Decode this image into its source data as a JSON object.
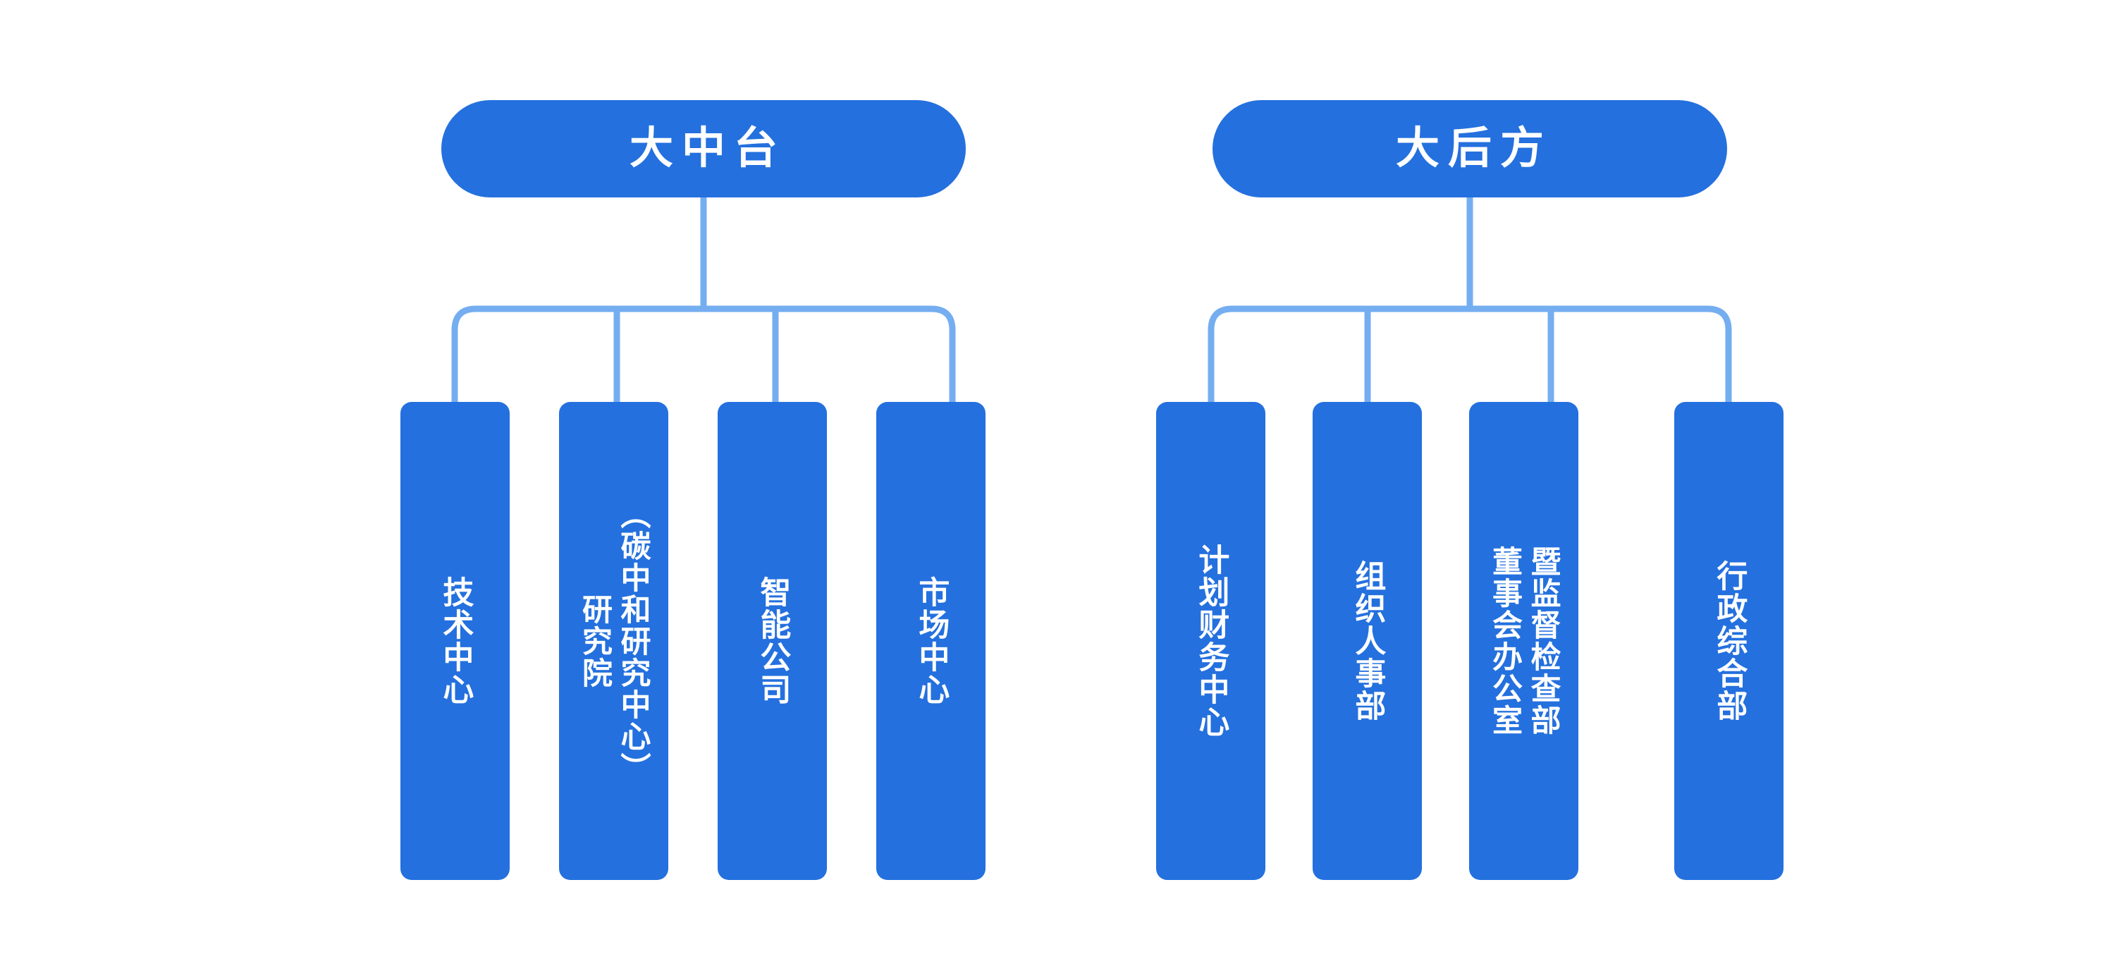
{
  "theme": {
    "background": "#ffffff",
    "node_fill": "#2470de",
    "node_text": "#ffffff",
    "connector": "#74aef0"
  },
  "groups": [
    {
      "id": "da-zhong-tai",
      "header": "大中台",
      "children": [
        {
          "id": "tech-center",
          "full_text": "技术中心",
          "columns": [
            "技术中心"
          ]
        },
        {
          "id": "research-academy",
          "full_text": "研究院（碳中和研究中心）",
          "columns": [
            "（碳中和研究中心）",
            "研究院"
          ]
        },
        {
          "id": "intelligent-co",
          "full_text": "智能公司",
          "columns": [
            "智能公司"
          ]
        },
        {
          "id": "market-center",
          "full_text": "市场中心",
          "columns": [
            "市场中心"
          ]
        }
      ]
    },
    {
      "id": "da-hou-fang",
      "header": "大后方",
      "children": [
        {
          "id": "plan-finance-center",
          "full_text": "计划财务中心",
          "columns": [
            "计划财务中心"
          ]
        },
        {
          "id": "org-personnel-dept",
          "full_text": "组织人事部",
          "columns": [
            "组织人事部"
          ]
        },
        {
          "id": "board-office",
          "full_text": "董事会办公室暨监督检查部",
          "columns": [
            "暨监督检查部",
            "董事会办公室"
          ]
        },
        {
          "id": "admin-dept",
          "full_text": "行政综合部",
          "columns": [
            "行政综合部"
          ]
        }
      ]
    }
  ]
}
